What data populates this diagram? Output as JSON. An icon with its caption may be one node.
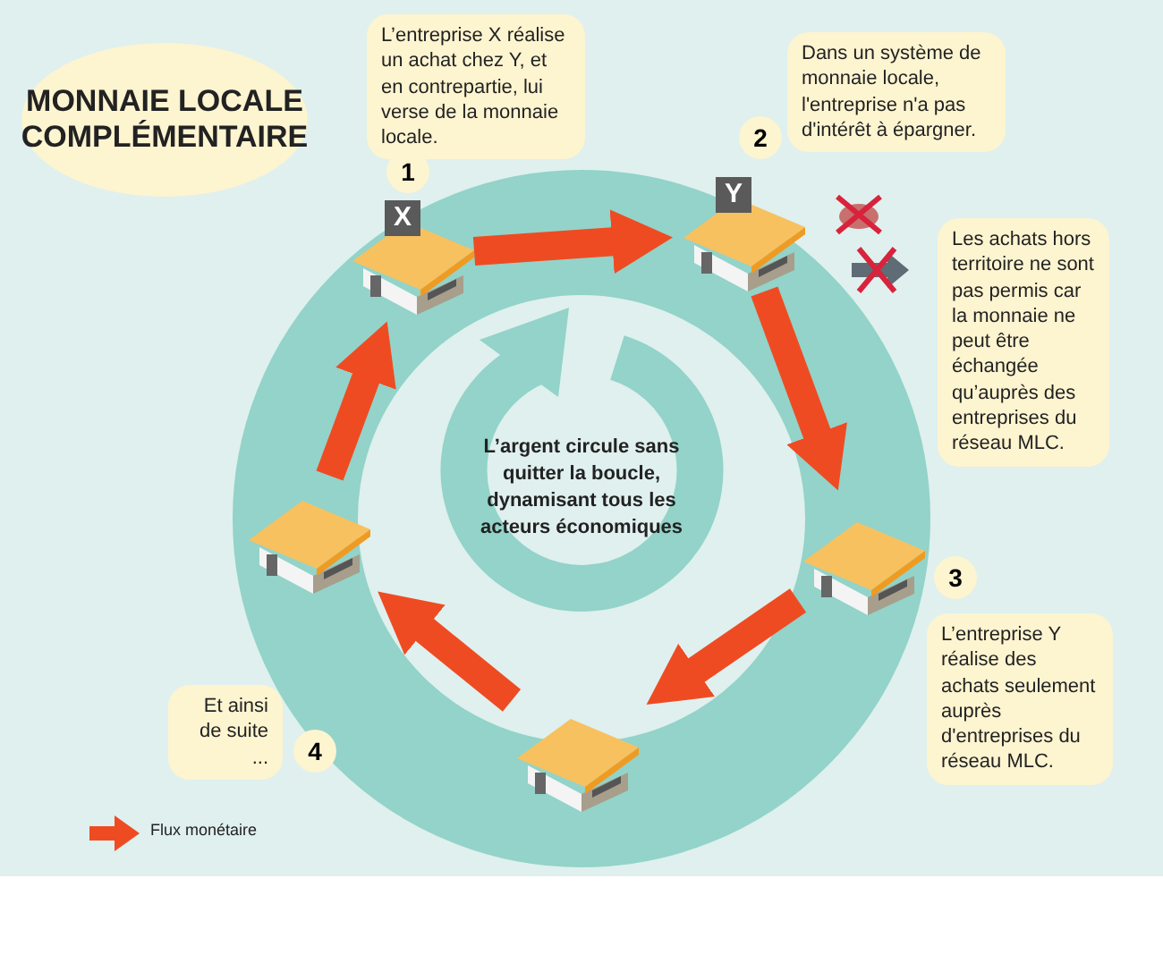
{
  "diagram": {
    "title": "MONNAIE LOCALE COMPLÉMENTAIRE",
    "nodes": [
      {
        "text": [
          "X"
        ]
      },
      {
        "text": [
          "Y"
        ]
      },
      {
        "text": [],
        "shape": "house"
      },
      {
        "text": [],
        "shape": "house"
      },
      {
        "text": [],
        "shape": "house"
      }
    ],
    "edges": [
      {
        "from": 0,
        "to": 1,
        "arrow": "to"
      },
      {
        "from": 1,
        "to": 2,
        "arrow": "to"
      },
      {
        "from": 2,
        "to": 3,
        "arrow": "to"
      },
      {
        "from": 3,
        "to": 4,
        "arrow": "to"
      },
      {
        "from": 4,
        "to": 0,
        "arrow": "to"
      }
    ],
    "labels": [
      "L’entreprise X réalise un achat chez Y, et en contrepartie, lui verse de la monnaie locale.",
      "1",
      "Dans un système de monnaie locale, l'entreprise n'a pas d'intérêt à épargner.",
      "2",
      "Les achats hors territoire ne sont pas permis car la monnaie ne peut être échangée qu’auprès des entreprises du réseau MLC.",
      "L’argent circule sans quitter la boucle, dynamisant tous les acteurs économiques",
      "3",
      "L’entreprise Y réalise des achats seulement auprès d'entreprises du réseau MLC.",
      "Et ainsi de suite ...",
      "4"
    ],
    "legend": [
      {
        "text": "Flux monétaire"
      }
    ]
  }
}
